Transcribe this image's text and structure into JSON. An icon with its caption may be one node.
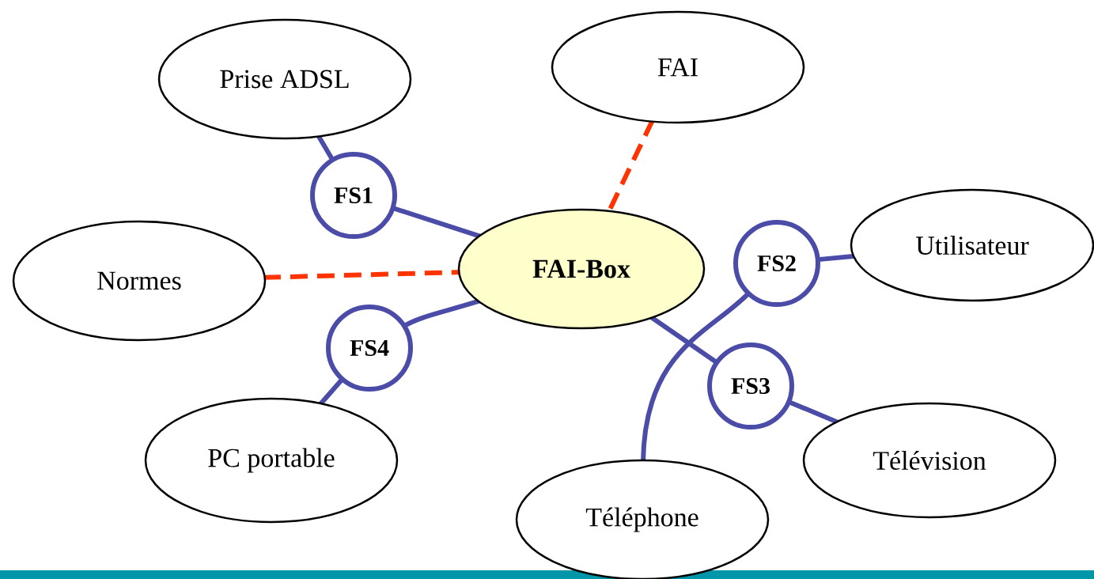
{
  "diagram": {
    "nodes": [
      {
        "text": [
          "Prise ADSL"
        ]
      },
      {
        "text": [
          "FAI"
        ]
      },
      {
        "text": [
          "Normes"
        ]
      },
      {
        "text": [
          "FAI-Box"
        ]
      },
      {
        "text": [
          "Utilisateur"
        ]
      },
      {
        "text": [
          "FS1"
        ]
      },
      {
        "text": [
          "FS2"
        ]
      },
      {
        "text": [
          "FS4"
        ]
      },
      {
        "text": [
          "FS3"
        ]
      },
      {
        "text": [
          "PC portable"
        ]
      },
      {
        "text": [
          "Télévision"
        ]
      },
      {
        "text": [
          "Téléphone"
        ]
      }
    ],
    "edges": [
      {
        "from": 0,
        "to": 5,
        "arrow": "none"
      },
      {
        "from": 5,
        "to": 3,
        "arrow": "none"
      },
      {
        "from": 1,
        "to": 3,
        "arrow": "none",
        "style": "dashed",
        "color": "#ff3300"
      },
      {
        "from": 2,
        "to": 3,
        "arrow": "none",
        "style": "dashed",
        "color": "#ff3300"
      },
      {
        "from": 4,
        "to": 6,
        "arrow": "none"
      },
      {
        "from": 6,
        "to": 11,
        "arrow": "none"
      },
      {
        "from": 3,
        "to": 7,
        "arrow": "none"
      },
      {
        "from": 7,
        "to": 9,
        "arrow": "none"
      },
      {
        "from": 3,
        "to": 8,
        "arrow": "none"
      },
      {
        "from": 8,
        "to": 10,
        "arrow": "none"
      }
    ]
  }
}
